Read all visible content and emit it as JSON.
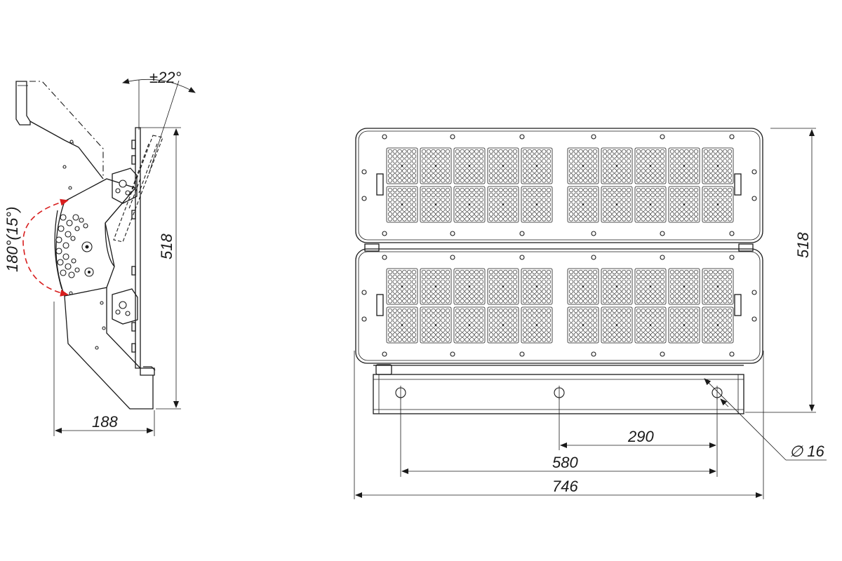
{
  "dimensions": {
    "tilt_angle": "±22°",
    "rotation_angle": "180°(15°)",
    "side_height": "518",
    "side_depth": "188",
    "front_height": "518",
    "hole_spacing": "290",
    "mount_span": "580",
    "overall_width": "746",
    "hole_diameter": "∅ 16"
  },
  "colors": {
    "line": "#1a1a1a",
    "rotation_arrow": "#d81e1e",
    "background": "#ffffff"
  },
  "front_view": {
    "panel_count": 2,
    "modules_per_row": 10,
    "rows_per_panel": 2,
    "mount_hole_count": 3
  }
}
